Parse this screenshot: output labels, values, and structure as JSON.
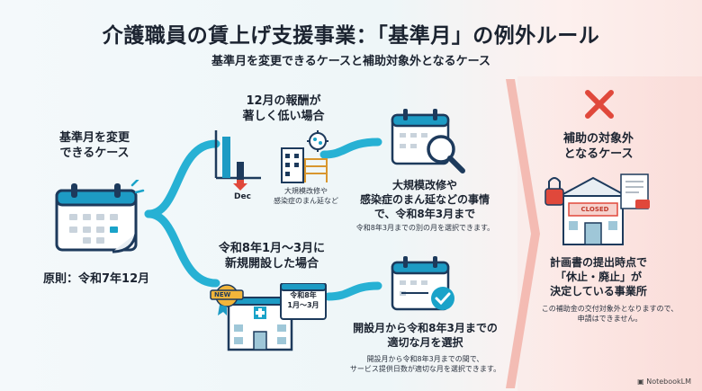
{
  "title": "介護職員の賃上げ支援事業：「基準月」の例外ルール",
  "subtitle": "基準月を変更できるケースと補助対象外となるケース",
  "left": {
    "heading_line1": "基準月を変更",
    "heading_line2": "できるケース",
    "principle": "原則：令和7年12月"
  },
  "upper_case": {
    "heading_line1": "12月の報酬が",
    "heading_line2": "著しく低い場合",
    "chart_label": "Dec",
    "illustration_caption_line1": "大規模改修や",
    "illustration_caption_line2": "感染症のまん延など",
    "result_line1": "大規模改修や",
    "result_line2": "感染症のまん延などの事情",
    "result_line3": "で、令和8年3月まで",
    "result_note": "令和8年3月までの別の月を選択できます。"
  },
  "lower_case": {
    "heading_line1": "令和8年1月～3月に",
    "heading_line2": "新規開設した場合",
    "badge": "NEW",
    "calendar_line1": "令和8年",
    "calendar_line2": "1月～3月",
    "result_line1": "開設月から令和8年3月までの",
    "result_line2": "適切な月を選択",
    "result_note_line1": "開設月から令和8年3月までの間で、",
    "result_note_line2": "サービス提供日数が適切な月を選択できます。"
  },
  "right": {
    "heading_line1": "補助の対象外",
    "heading_line2": "となるケース",
    "closed_sign": "CLOSED",
    "result_line1": "計画書の提出時点で",
    "result_line2": "「休止・廃止」が",
    "result_line3": "決定している事業所",
    "note_line1": "この補助金の交付対象外となりますので、",
    "note_line2": "申請はできません。"
  },
  "footer": "NotebookLM",
  "colors": {
    "navy": "#1d3a5c",
    "teal": "#1aa3c9",
    "red": "#e0483b",
    "dark_text": "#1b2330"
  }
}
